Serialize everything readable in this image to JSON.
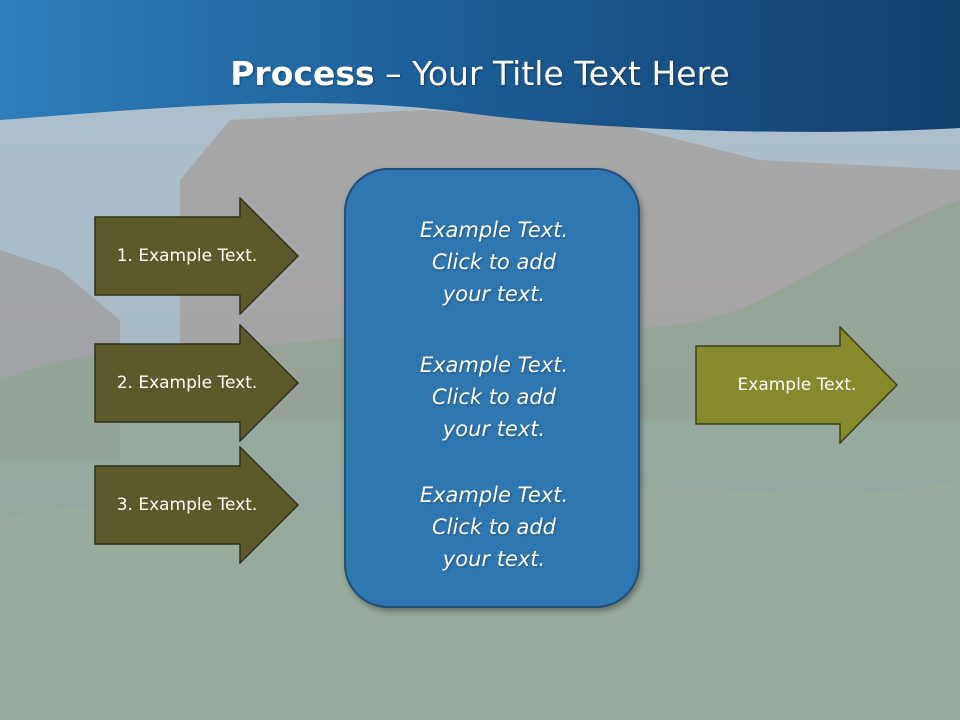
{
  "title": {
    "bold": "Process",
    "rest": " – Your Title Text Here"
  },
  "inputs": [
    "1. Example Text.",
    "2. Example Text.",
    "3. Example Text."
  ],
  "center_items": [
    "Example Text.\nClick  to add\nyour text.",
    "Example Text.\nClick  to add\nyour text.",
    "Example Text.\nClick  to add\nyour text."
  ],
  "output": "Example Text.",
  "colors": {
    "header_blue": "#1d5a92",
    "input_arrow": "#5c5a2a",
    "output_arrow": "#878a2c",
    "center_box": "#2f77b1"
  }
}
